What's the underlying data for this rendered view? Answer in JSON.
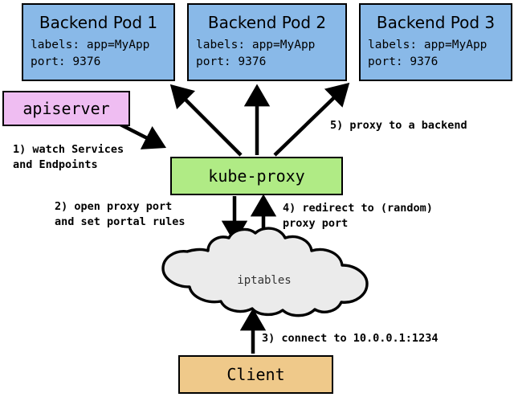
{
  "diagram": {
    "title": "kube-proxy service routing flow",
    "colors": {
      "pod_fill": "#89b9e8",
      "apiserver_fill": "#efbdf2",
      "kubeproxy_fill": "#b0eb85",
      "client_fill": "#efc98a",
      "cloud_fill": "#ebebeb",
      "stroke": "#000000"
    },
    "pods": [
      {
        "title": "Backend Pod 1",
        "labels_line": "labels: app=MyApp",
        "port_line": "port: 9376"
      },
      {
        "title": "Backend Pod 2",
        "labels_line": "labels: app=MyApp",
        "port_line": "port: 9376"
      },
      {
        "title": "Backend Pod 3",
        "labels_line": "labels: app=MyApp",
        "port_line": "port: 9376"
      }
    ],
    "nodes": {
      "apiserver": "apiserver",
      "kube_proxy": "kube-proxy",
      "iptables": "iptables",
      "client": "Client"
    },
    "edge_labels": {
      "step1_line1": "1) watch Services",
      "step1_line2": "and Endpoints",
      "step2_line1": "2) open proxy port",
      "step2_line2": "and set portal rules",
      "step3": "3) connect to 10.0.0.1:1234",
      "step4_line1": "4) redirect to (random)",
      "step4_line2": "proxy port",
      "step5": "5) proxy to a backend"
    }
  }
}
